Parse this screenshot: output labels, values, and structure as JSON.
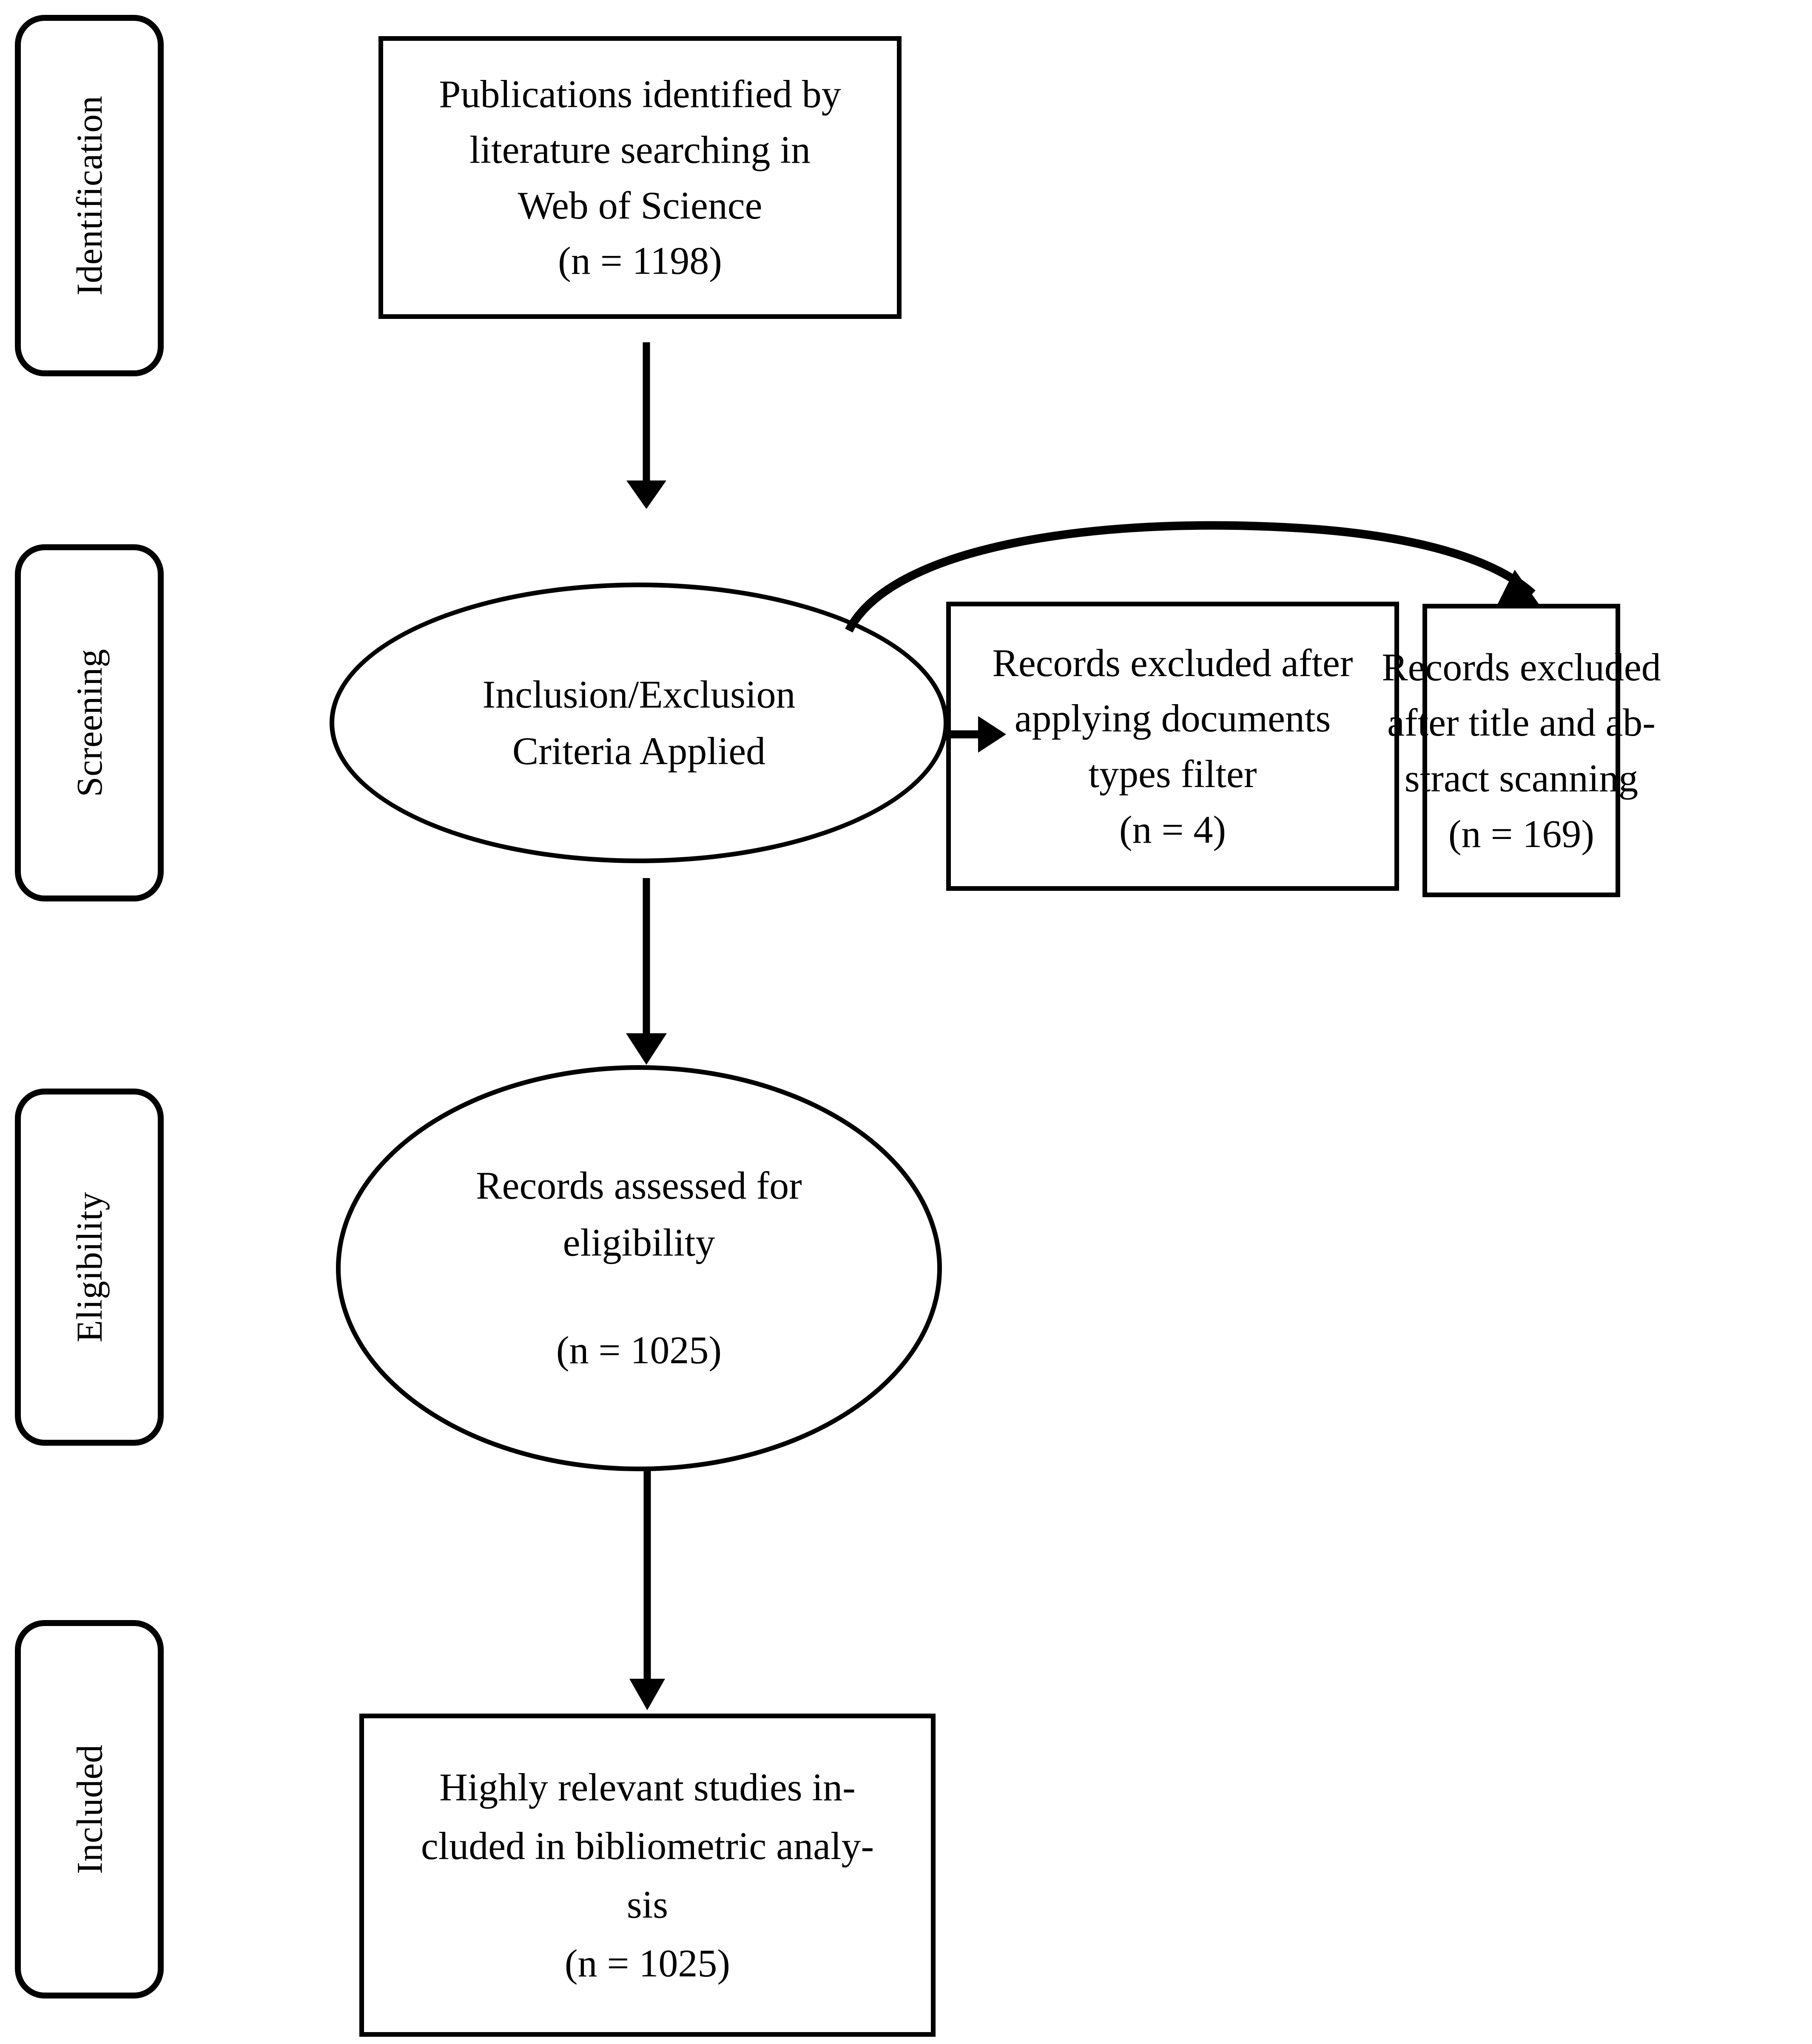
{
  "diagram": {
    "type": "prisma-flow-diagram",
    "title": "PRISMA Flow Diagram",
    "stroke_color": "#000000",
    "background_color": "#ffffff"
  },
  "stages": [
    {
      "id": "identification",
      "label": "Identification"
    },
    {
      "id": "screening",
      "label": "Screening"
    },
    {
      "id": "eligibility",
      "label": "Eligibility"
    },
    {
      "id": "included",
      "label": "Included"
    }
  ],
  "nodes": {
    "identified": {
      "shape": "rectangle",
      "line1": "Publications identified by",
      "line2": "literature searching in",
      "line3": "Web of Science",
      "count": "(n = 1198)"
    },
    "criteria": {
      "shape": "ellipse",
      "line1": "Inclusion/Exclusion",
      "line2": "Criteria Applied"
    },
    "excluded_doctypes": {
      "shape": "rectangle",
      "line1": "Records excluded after",
      "line2": "applying documents",
      "line3": "types filter",
      "count": "(n = 4)"
    },
    "excluded_titleabstract": {
      "shape": "rectangle",
      "line1": "Records excluded",
      "line2": "after title and ab-",
      "line3": "stract scanning",
      "count": "(n = 169)"
    },
    "eligibility_assessed": {
      "shape": "ellipse",
      "line1": "Records assessed for",
      "line2": "eligibility",
      "count": "(n = 1025)"
    },
    "included_studies": {
      "shape": "rectangle",
      "line1": "Highly relevant studies in-",
      "line2": "cluded in bibliometric analy-",
      "line3": "sis",
      "count": "(n = 1025)"
    }
  },
  "connectors": [
    {
      "id": "identified-to-criteria",
      "from": "identified",
      "to": "criteria",
      "style": "straight-down-arrow"
    },
    {
      "id": "criteria-to-excluded-doctypes",
      "from": "criteria",
      "to": "excluded_doctypes",
      "style": "short-right-arrow"
    },
    {
      "id": "criteria-to-excluded-titleabstr",
      "from": "criteria",
      "to": "excluded_titleabstract",
      "style": "curved-arc-arrow"
    },
    {
      "id": "criteria-to-eligibility",
      "from": "criteria",
      "to": "eligibility_assessed",
      "style": "straight-down-arrow"
    },
    {
      "id": "eligibility-to-included",
      "from": "eligibility_assessed",
      "to": "included_studies",
      "style": "straight-down-arrow"
    }
  ]
}
